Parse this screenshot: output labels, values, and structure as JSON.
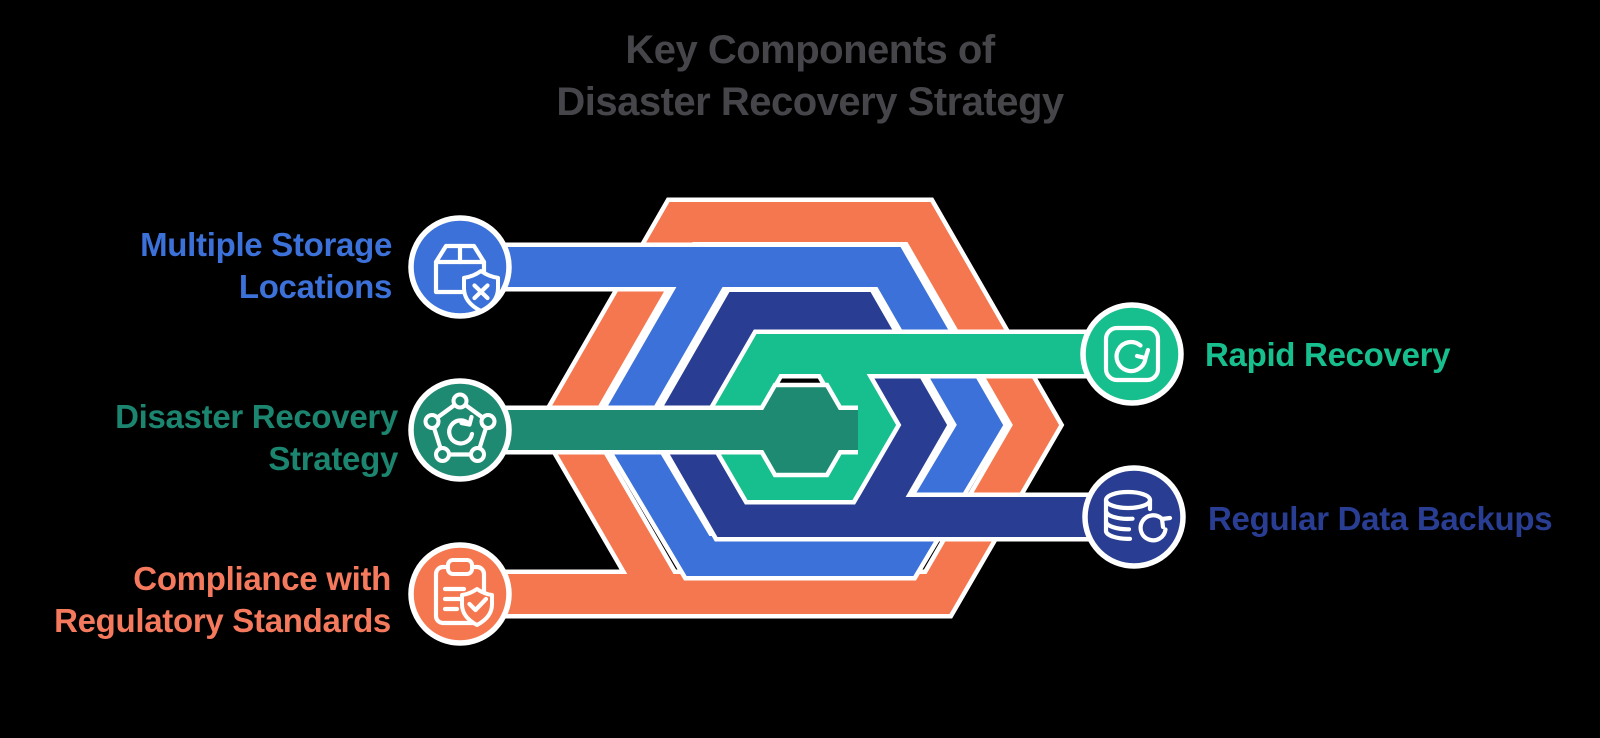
{
  "title": {
    "lines": [
      "Key Components of",
      "Disaster Recovery Strategy"
    ]
  },
  "colors": {
    "bg": "#000000",
    "casing": "#ffffff",
    "title": "#46464a",
    "blue": "#3B71D8",
    "teal": "#1E8A72",
    "orange": "#F5774F",
    "green": "#16BF8D",
    "navy": "#293E92",
    "orange_text": "#F5795C",
    "teal_text": "#1B8570"
  },
  "nodes": [
    {
      "id": "multiple-storage-locations",
      "side": "left",
      "lines": [
        "Multiple Storage",
        "Locations"
      ],
      "color": "#3B71D8",
      "icon": "package-shield-x-icon"
    },
    {
      "id": "disaster-recovery-strategy",
      "side": "left",
      "lines": [
        "Disaster Recovery",
        "Strategy"
      ],
      "color": "#1B8570",
      "icon": "network-restore-icon"
    },
    {
      "id": "compliance-regulatory-standards",
      "side": "left",
      "lines": [
        "Compliance with",
        "Regulatory Standards"
      ],
      "color": "#F5795C",
      "icon": "clipboard-shield-check-icon"
    },
    {
      "id": "rapid-recovery",
      "side": "right",
      "lines": [
        "Rapid Recovery"
      ],
      "color": "#16BF8D",
      "icon": "refresh-square-icon"
    },
    {
      "id": "regular-data-backups",
      "side": "right",
      "lines": [
        "Regular Data Backups"
      ],
      "color": "#293E92",
      "icon": "database-refresh-icon"
    }
  ]
}
